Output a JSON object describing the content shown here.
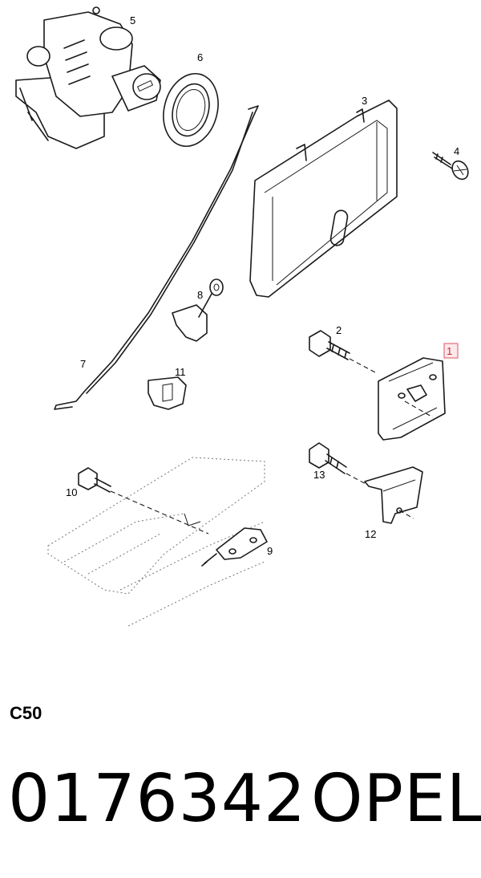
{
  "callouts": {
    "c1": "1",
    "c2": "2",
    "c3": "3",
    "c4": "4",
    "c5": "5",
    "c6": "6",
    "c7": "7",
    "c8": "8",
    "c9": "9",
    "c10": "10",
    "c11": "11",
    "c12": "12",
    "c13": "13"
  },
  "section_code": "C50",
  "part_number": "0176342",
  "brand": "OPEL"
}
